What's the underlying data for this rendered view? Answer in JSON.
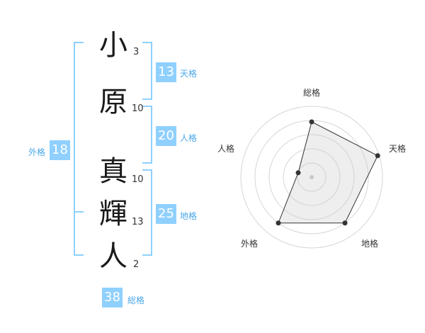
{
  "name": {
    "chars": [
      {
        "char": "小",
        "strokes": "3"
      },
      {
        "char": "原",
        "strokes": "10"
      },
      {
        "char": "真",
        "strokes": "10"
      },
      {
        "char": "輝",
        "strokes": "13"
      },
      {
        "char": "人",
        "strokes": "2"
      }
    ]
  },
  "badges": {
    "tenkaku": {
      "value": "13",
      "label": "天格"
    },
    "jinkaku": {
      "value": "20",
      "label": "人格"
    },
    "chikaku": {
      "value": "25",
      "label": "地格"
    },
    "gaikaku": {
      "value": "18",
      "label": "外格"
    },
    "soukaku": {
      "value": "38",
      "label": "総格"
    }
  },
  "colors": {
    "accent": "#8fd0ff",
    "accent_text": "#4aa8e8",
    "bracket": "#8fd0ff"
  },
  "chart_data": {
    "type": "radar",
    "axes": [
      "総格",
      "天格",
      "地格",
      "外格",
      "人格"
    ],
    "values": [
      3.9,
      4.9,
      4.0,
      4.0,
      1.0
    ],
    "max": 5,
    "rings": 5,
    "title": ""
  }
}
